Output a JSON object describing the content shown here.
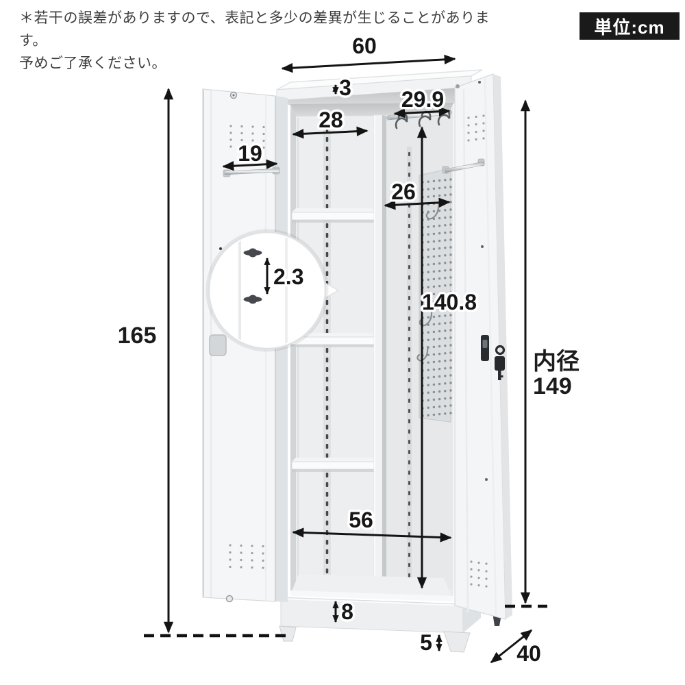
{
  "disclaimer": {
    "line1": "＊若干の誤差がありますので、表記と多少の差異が生じることがあります。",
    "line2": "予めご了承ください。"
  },
  "unit_badge": {
    "label": "単位:cm",
    "bg": "#1a1a1a",
    "text_color": "#ffffff"
  },
  "dimensions": {
    "overall_width": "60",
    "top_panel_thickness": "3",
    "hanger_rod_width": "29.9",
    "left_compartment_width": "28",
    "door_towel_bar_width": "19",
    "right_compartment_width": "26",
    "keyhole_pitch": "2.3",
    "hanger_height": "140.8",
    "overall_height": "165",
    "inner_height_label": "内径",
    "inner_height": "149",
    "inner_bottom_width": "56",
    "base_height": "8",
    "foot_height": "5",
    "depth": "40"
  },
  "colors": {
    "annotation": "#141414",
    "cabinet_face": "#f4f5f6",
    "chrome": "#c9ced2",
    "badge_bg": "#1a1a1a"
  }
}
